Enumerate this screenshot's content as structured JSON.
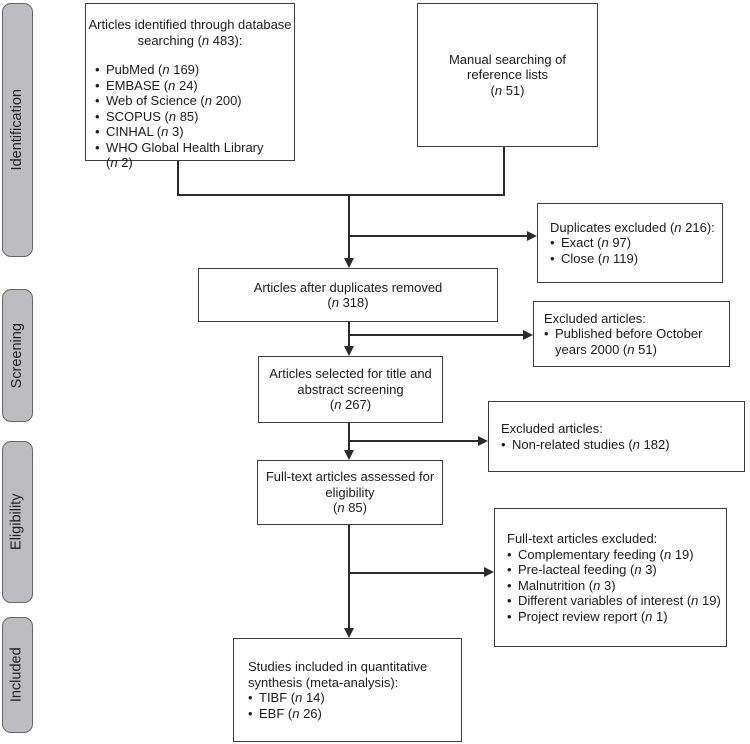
{
  "diagram": {
    "type": "prisma-flow",
    "stages": [
      "Identification",
      "Screening",
      "Eligibility",
      "Included"
    ],
    "boxes": {
      "database_search": {
        "title_line1": "Articles identified through database",
        "title_line2": "searching (n 483):",
        "items": [
          "PubMed (n 169)",
          "EMBASE (n 24)",
          "Web of Science (n 200)",
          "SCOPUS (n 85)",
          "CINHAL (n 3)",
          "WHO Global Health Library (n 2)"
        ]
      },
      "manual_search": {
        "lines": [
          "Manual searching of",
          "reference lists",
          "(n 51)"
        ]
      },
      "duplicates_excluded": {
        "title": "Duplicates excluded (n 216):",
        "items": [
          "Exact (n 97)",
          "Close (n 119)"
        ]
      },
      "after_duplicates": {
        "lines": [
          "Articles after duplicates removed",
          "(n 318)"
        ]
      },
      "excluded_before_2000": {
        "title": "Excluded articles:",
        "items": [
          "Published before October years 2000 (n 51)"
        ]
      },
      "title_abstract_screening": {
        "lines": [
          "Articles selected for title and",
          "abstract screening",
          "(n 267)"
        ]
      },
      "excluded_nonrelated": {
        "title": "Excluded articles:",
        "items": [
          "Non-related studies (n 182)"
        ]
      },
      "fulltext_assessed": {
        "lines": [
          "Full-text articles assessed for",
          "eligibility",
          "(n 85)"
        ]
      },
      "fulltext_excluded": {
        "title": "Full-text articles excluded:",
        "items": [
          "Complementary feeding (n 19)",
          "Pre-lacteal feeding (n 3)",
          "Malnutrition (n 3)",
          "Different variables of interest (n 19)",
          "Project review report (n 1)"
        ]
      },
      "included_quantitative": {
        "title_line1": "Studies included in quantitative",
        "title_line2": "synthesis (meta-analysis):",
        "items": [
          "TIBF (n 14)",
          "EBF (n 26)"
        ]
      }
    },
    "colors": {
      "stage_fill": "#bdbdc1",
      "stage_border": "#64646a",
      "box_border": "#3d3d3d",
      "line": "#2b2b2b",
      "text": "#1c1c1c"
    }
  }
}
